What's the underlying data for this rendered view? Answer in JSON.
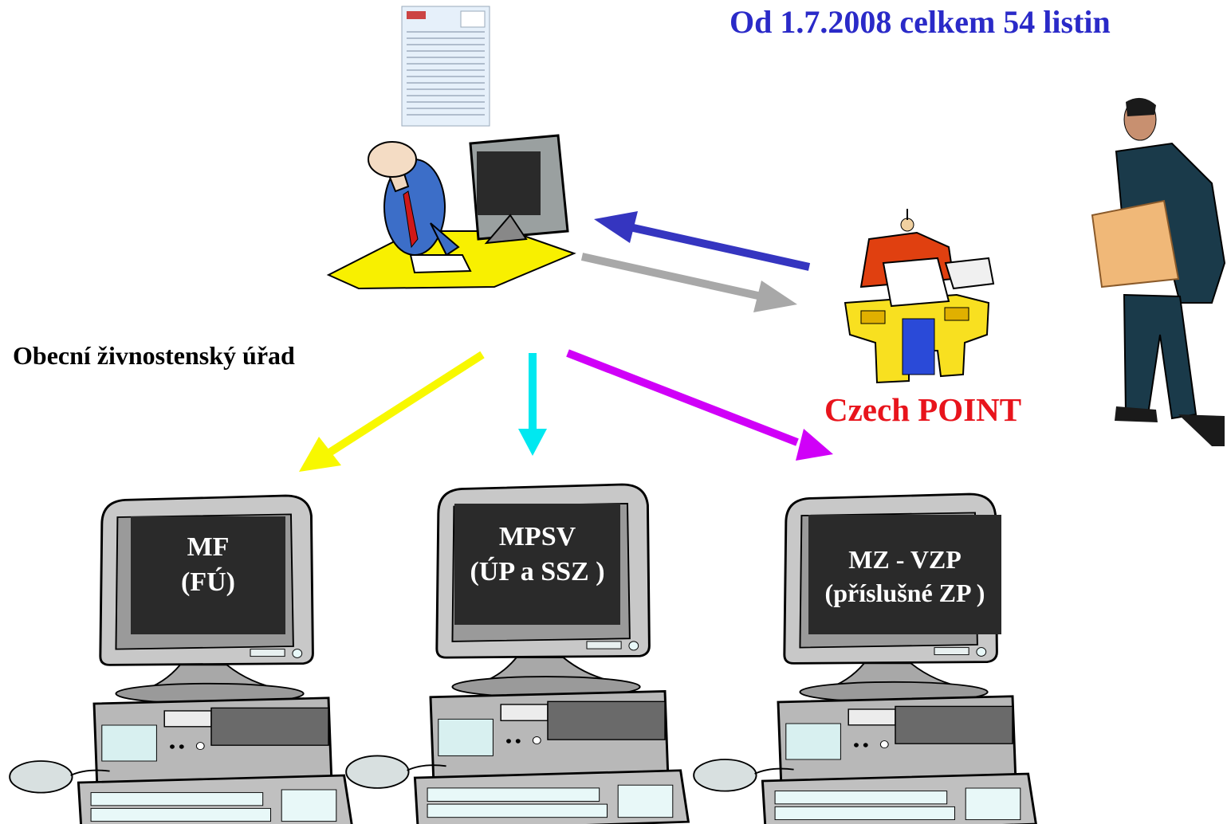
{
  "headline": "Od 1.7.2008 celkem 54 listin",
  "office_label": "Obecní živnostenský úřad",
  "czech_point_label": "Czech POINT",
  "computers": [
    {
      "line1": "MF",
      "line2": "(FÚ)"
    },
    {
      "line1": "MPSV",
      "line2": "(ÚP a SSZ )"
    },
    {
      "line1": "MZ - VZP",
      "line2": "(příslušné ZP )"
    }
  ],
  "colors": {
    "headline": "#2a2ac8",
    "czech_point": "#e8141c",
    "arrow_to_official": "#3535c0",
    "arrow_to_czech_point": "#a8a8a8",
    "arrow_mf": "#f8f800",
    "arrow_mpsv": "#00e8f0",
    "arrow_mz": "#d000f8",
    "screen": "#2a2a2a"
  },
  "icons": {
    "form": "form-document-icon",
    "official": "clerk-at-computer-icon",
    "czech_point": "desk-with-papers-icon",
    "customer": "businessman-carrying-papers-icon",
    "computer": "desktop-computer-icon"
  }
}
